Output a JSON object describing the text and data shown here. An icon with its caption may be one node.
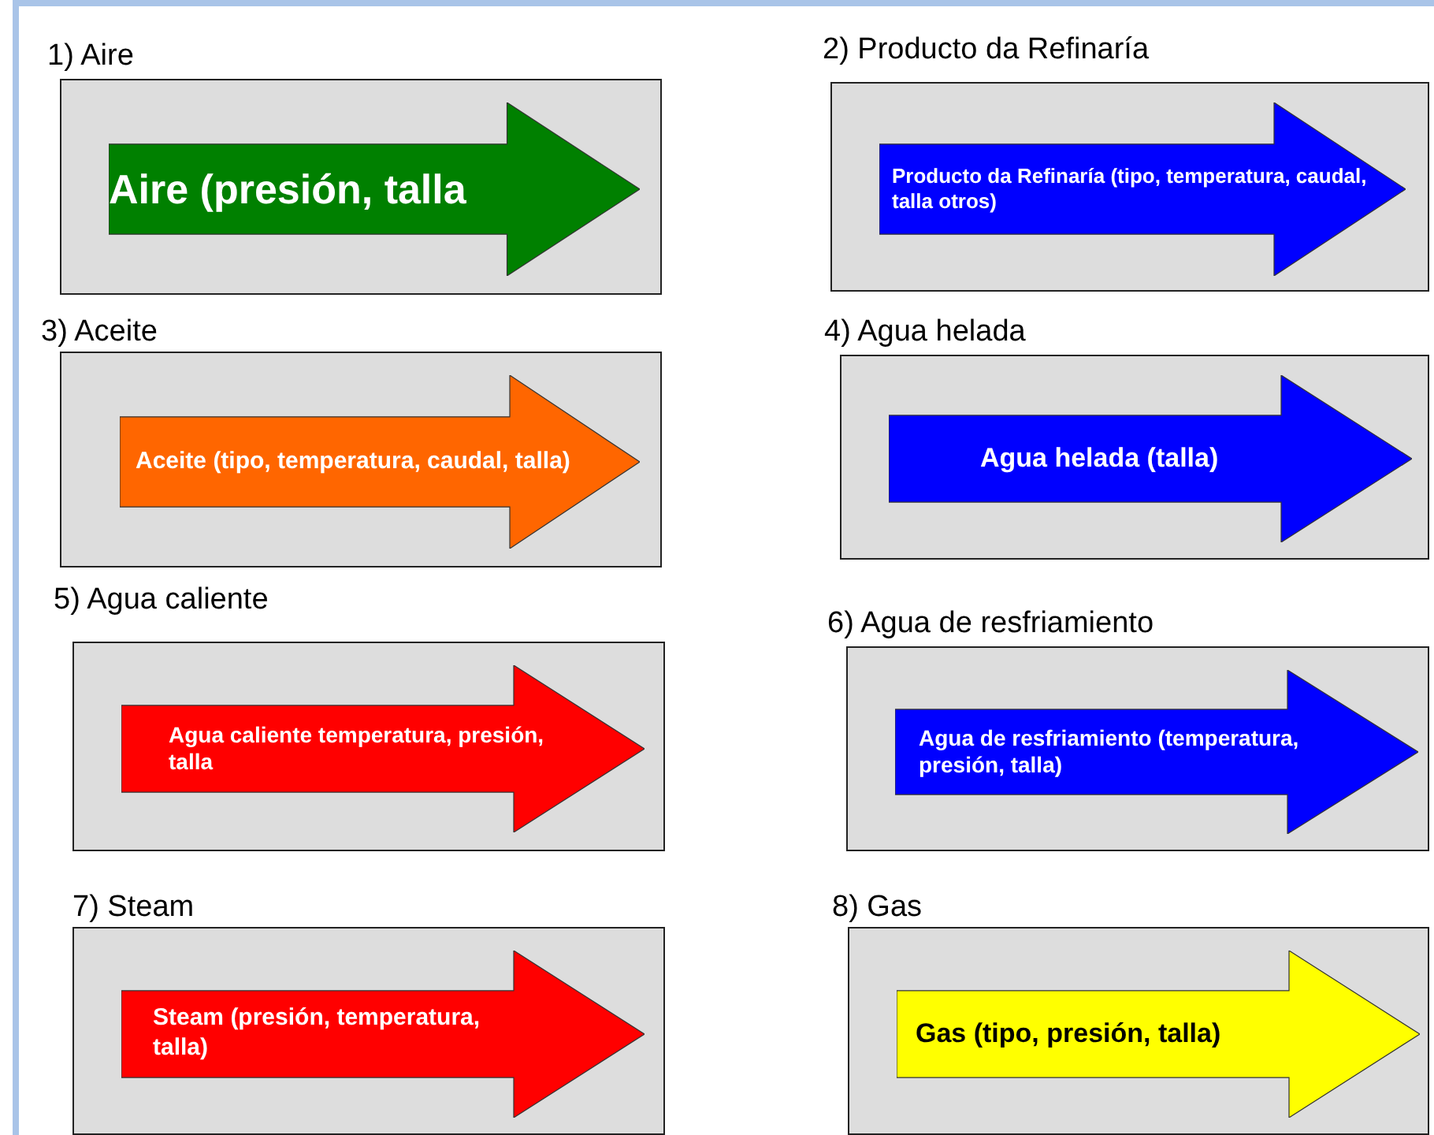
{
  "diagram": {
    "nodes": [
      {
        "text": [
          "1) Aire"
        ]
      },
      {
        "text": [
          "Aire (presión, talla"
        ],
        "in": 0
      },
      {
        "text": [
          "2) Producto da Refinaría"
        ]
      },
      {
        "text": [
          "Producto da Refinaría (tipo, temperatura, caudal, talla otros)"
        ],
        "in": 2
      },
      {
        "text": [
          "3) Aceite"
        ]
      },
      {
        "text": [
          "Aceite (tipo, temperatura, caudal, talla)"
        ],
        "in": 4
      },
      {
        "text": [
          "4) Agua helada"
        ]
      },
      {
        "text": [
          "Agua helada (talla)"
        ],
        "in": 6
      },
      {
        "text": [
          "5) Agua caliente"
        ]
      },
      {
        "text": [
          "Agua caliente temperatura, presión, talla"
        ],
        "in": 8
      },
      {
        "text": [
          "6) Agua de resfriamiento"
        ]
      },
      {
        "text": [
          "Agua de resfriamiento (temperatura, presión, talla)"
        ],
        "in": 10
      },
      {
        "text": [
          "7) Steam"
        ]
      },
      {
        "text": [
          "Steam (presión, temperatura, talla)"
        ],
        "in": 12
      },
      {
        "text": [
          "8) Gas"
        ]
      },
      {
        "text": [
          "Gas (tipo, presión, talla)"
        ],
        "in": 14
      }
    ]
  }
}
